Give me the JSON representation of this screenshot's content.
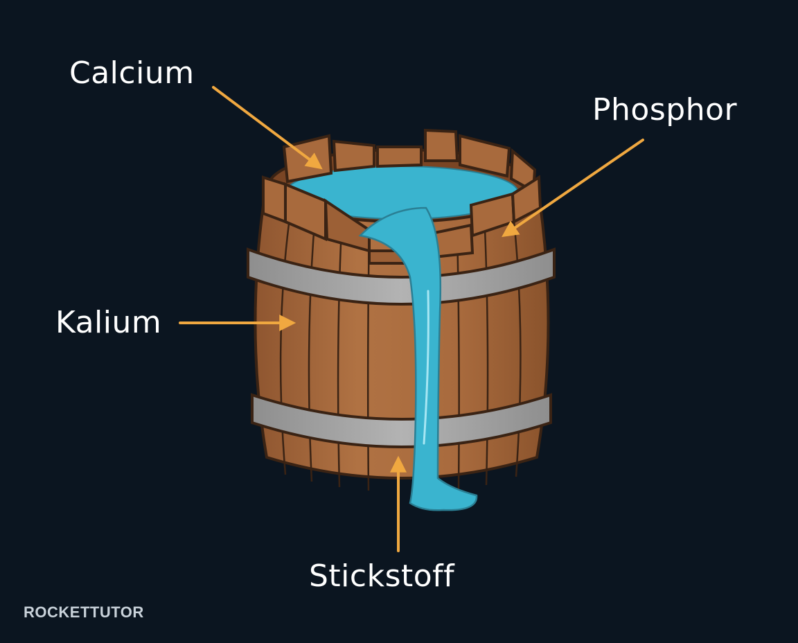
{
  "labels": {
    "calcium": "Calcium",
    "phosphor": "Phosphor",
    "kalium": "Kalium",
    "stickstoff": "Stickstoff"
  },
  "logo": {
    "text": "ROCKETTUTOR"
  },
  "colors": {
    "background": "#0b1520",
    "wood": "#a86a3d",
    "wood_dark": "#8a532c",
    "outline": "#3a2314",
    "band": "#a3a3a3",
    "water": "#3ab4cf",
    "arrow": "#f0a840",
    "label_text": "#ffffff"
  }
}
